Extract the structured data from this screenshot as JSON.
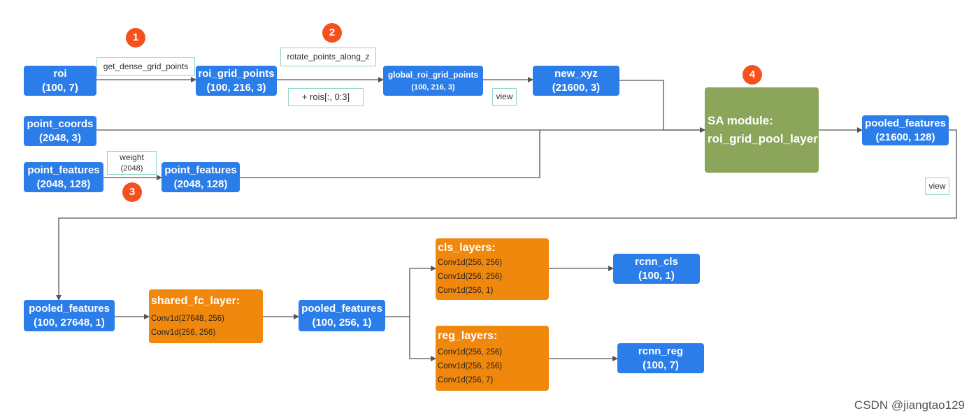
{
  "nodes": {
    "roi": {
      "title": "roi",
      "shape": "(100, 7)"
    },
    "roi_grid_points": {
      "title": "roi_grid_points",
      "shape": "(100, 216, 3)"
    },
    "global_roi_grid_points": {
      "title": "global_roi_grid_points",
      "shape": "(100, 216, 3)"
    },
    "new_xyz": {
      "title": "new_xyz",
      "shape": "(21600, 3)"
    },
    "point_coords": {
      "title": "point_coords",
      "shape": "(2048, 3)"
    },
    "point_features_in": {
      "title": "point_features",
      "shape": "(2048, 128)"
    },
    "point_features_weighted": {
      "title": "point_features",
      "shape": "(2048, 128)"
    },
    "sa_module": {
      "line1": "SA module:",
      "line2": "roi_grid_pool_layer"
    },
    "pooled_features_1": {
      "title": "pooled_features",
      "shape": "(21600,  128)"
    },
    "pooled_features_2": {
      "title": "pooled_features",
      "shape": "(100, 27648, 1)"
    },
    "shared_fc_layer": {
      "title": "shared_fc_layer:",
      "lines": [
        "Conv1d(27648, 256)",
        "Conv1d(256, 256)"
      ]
    },
    "pooled_features_3": {
      "title": "pooled_features",
      "shape": "(100, 256,  1)"
    },
    "cls_layers": {
      "title": "cls_layers:",
      "lines": [
        "Conv1d(256, 256)",
        "Conv1d(256, 256)",
        "Conv1d(256, 1)"
      ]
    },
    "reg_layers": {
      "title": "reg_layers:",
      "lines": [
        "Conv1d(256, 256)",
        "Conv1d(256, 256)",
        "Conv1d(256, 7)"
      ]
    },
    "rcnn_cls": {
      "title": "rcnn_cls",
      "shape": "(100,  1)"
    },
    "rcnn_reg": {
      "title": "rcnn_reg",
      "shape": "(100,  7)"
    }
  },
  "edge_labels": {
    "get_dense_grid_points": "get_dense_grid_points",
    "rotate_points_along_z": "rotate_points_along_z",
    "add_rois": "+ rois[:, 0:3]",
    "view_1": "view",
    "weight_line1": "weight",
    "weight_line2": "(2048)",
    "view_2": "view"
  },
  "badges": [
    "1",
    "2",
    "3",
    "4"
  ],
  "watermark": "CSDN @jiangtao129",
  "colors": {
    "tensor_box": "#2b7de9",
    "layer_box": "#f0880d",
    "module_box": "#8ba55a",
    "badge": "#f4511e",
    "label_border": "#8fd3cb",
    "edge": "#555555"
  }
}
